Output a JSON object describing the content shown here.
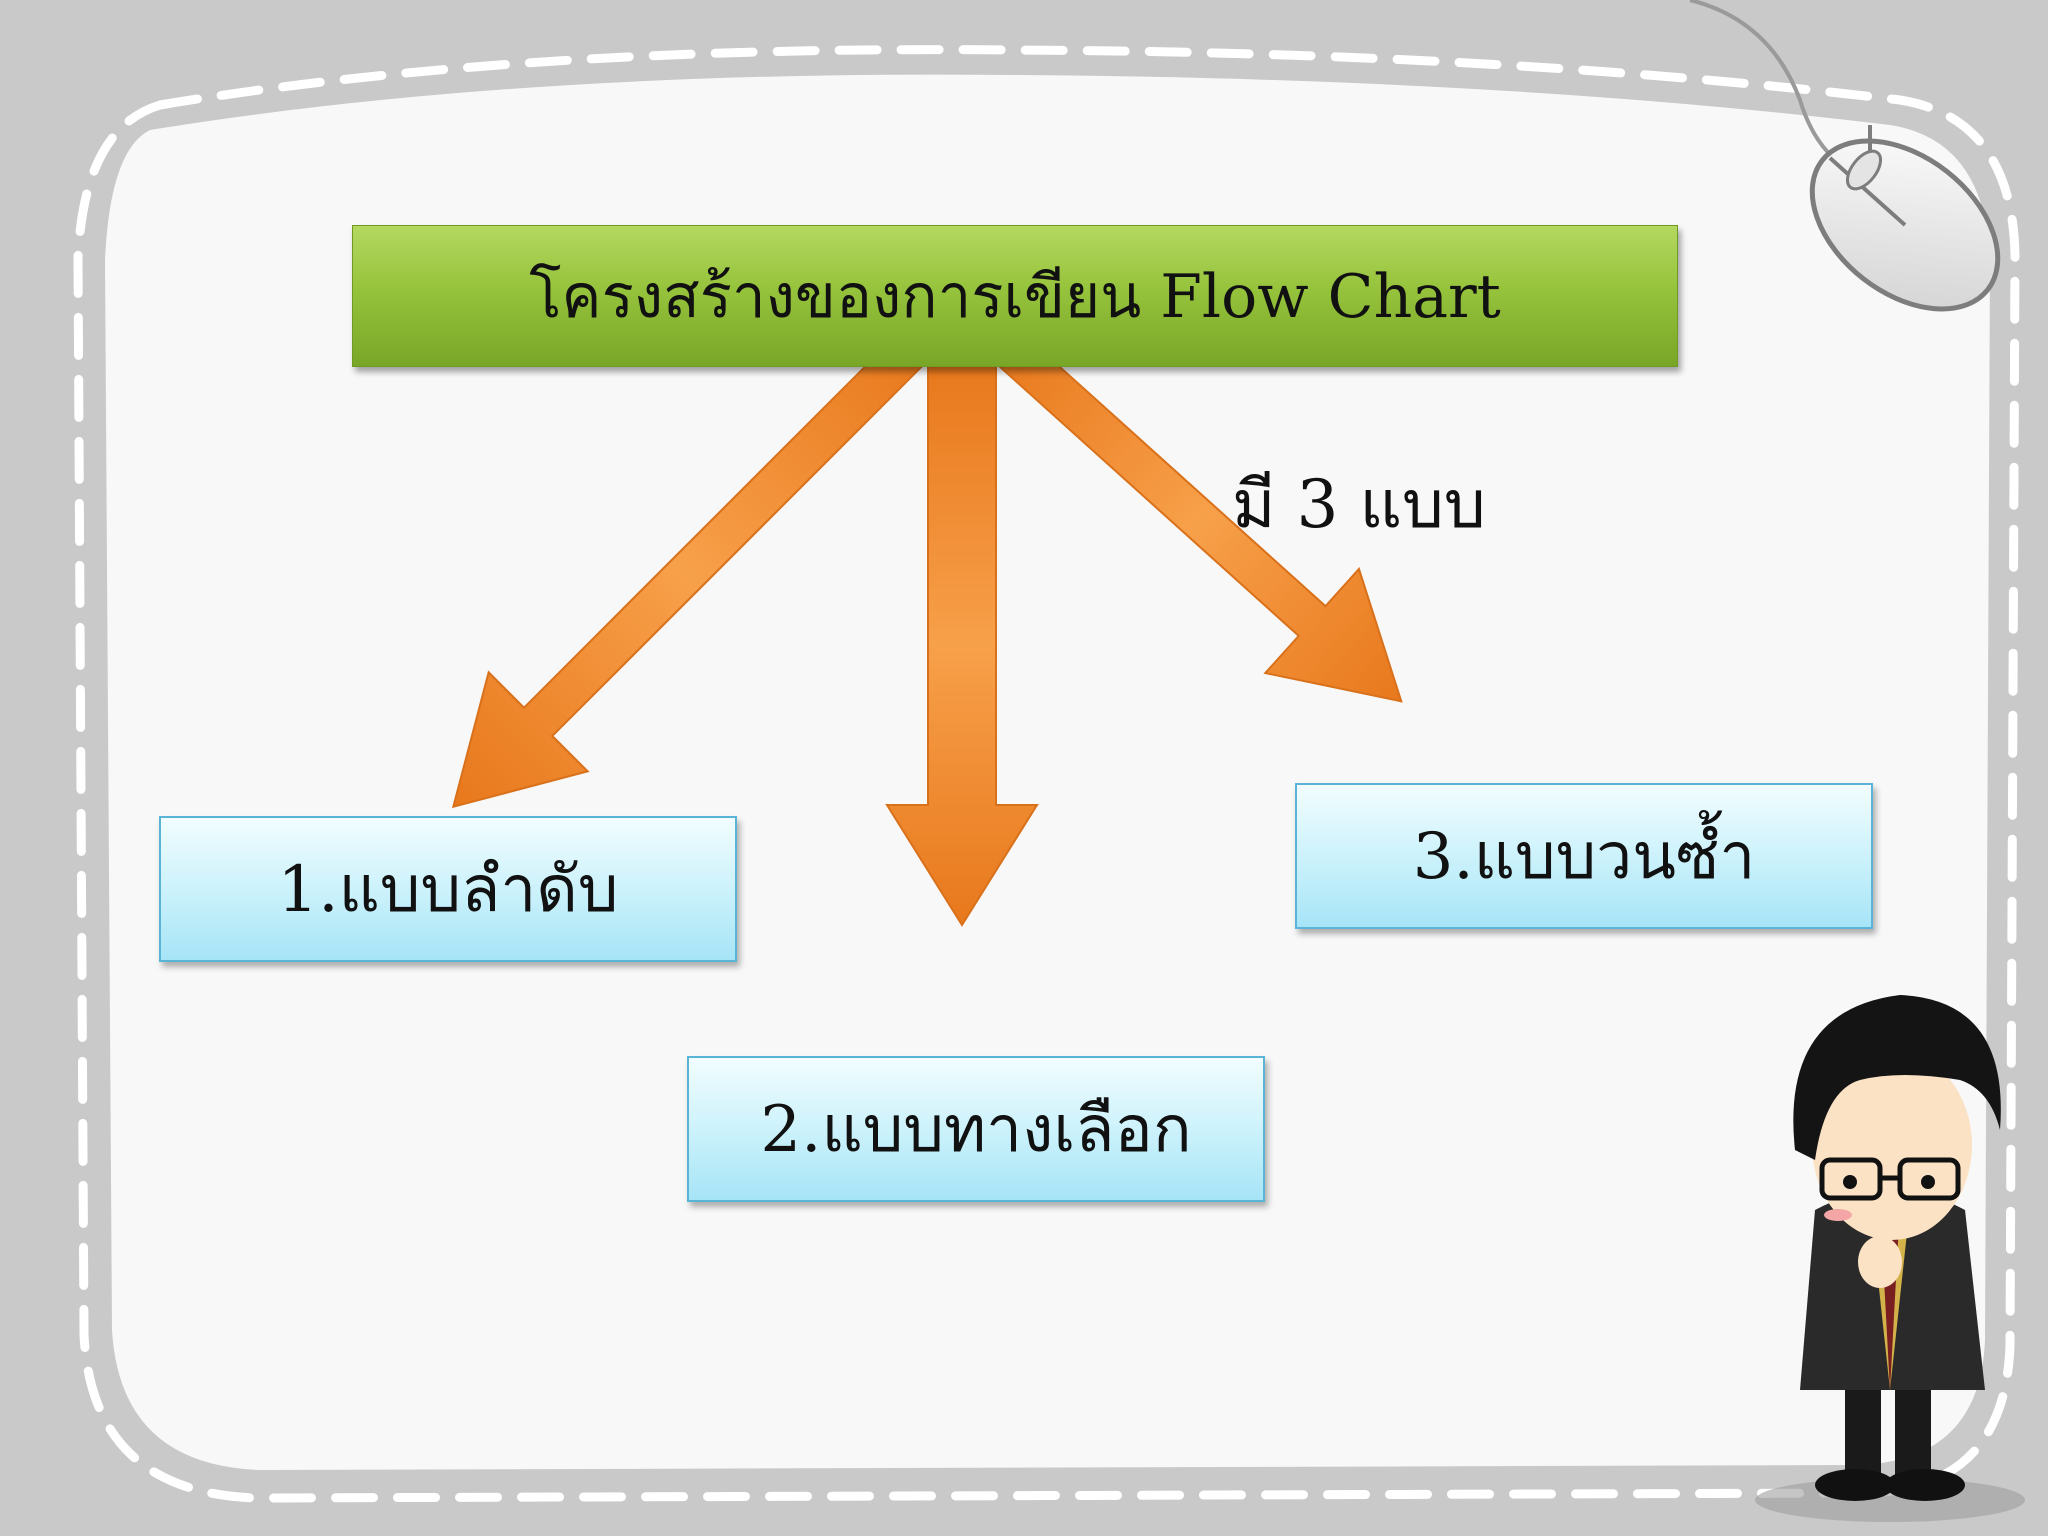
{
  "slide": {
    "title": "โครงสร้างของการเขียน Flow Chart",
    "count_label": "มี 3 แบบ",
    "types": [
      {
        "label": "1.แบบลำดับ"
      },
      {
        "label": "2.แบบทางเลือก"
      },
      {
        "label": "3.แบบวนซ้ำ"
      }
    ]
  },
  "colors": {
    "background": "#c9c9c9",
    "panel": "#f7f7f7",
    "title_box": "#96c33c",
    "type_box": "#c9f1fb",
    "arrow": "#f28a2a"
  },
  "icons": {
    "mouse": "computer-mouse-icon",
    "character": "thinking-cartoon-person"
  }
}
